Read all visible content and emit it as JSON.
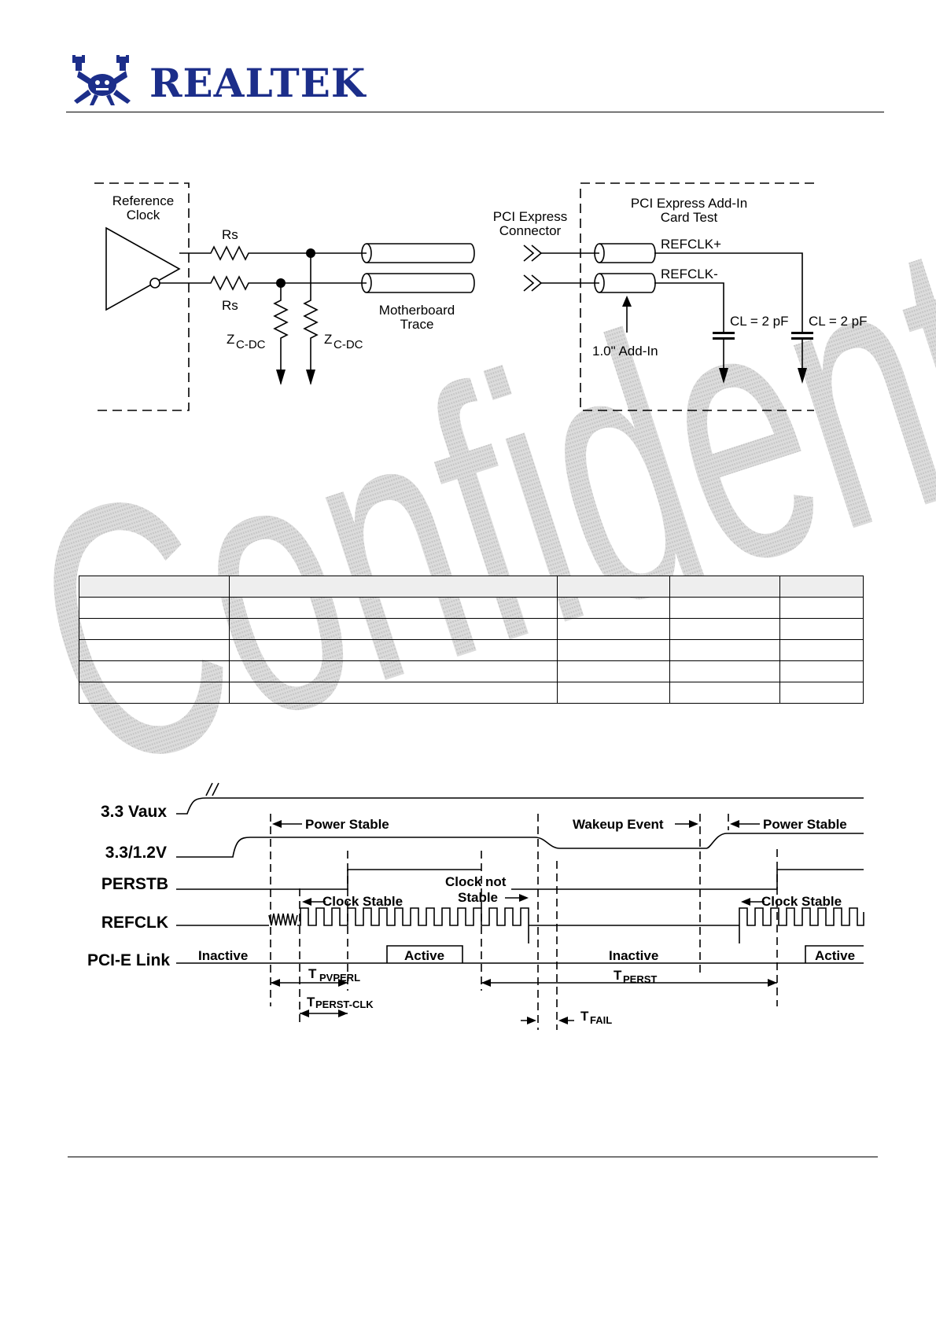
{
  "header": {
    "brand": "REALTEK",
    "brand_color": "#1c2e8a"
  },
  "watermark": {
    "text": "Confidential",
    "color": "#c8c8c8"
  },
  "refclk_circuit": {
    "reference_clock_label": [
      "Reference",
      "Clock"
    ],
    "rs_top": "Rs",
    "rs_bottom": "Rs",
    "zcdc_main": "Z",
    "zcdc_sub": "C-DC",
    "pcie_connector_label": [
      "PCI Express",
      "Connector"
    ],
    "motherboard_trace_label": [
      "Motherboard",
      "Trace"
    ],
    "addin_card_label": [
      "PCI Express Add-In",
      "Card Test"
    ],
    "refclk_plus": "REFCLK+",
    "refclk_minus": "REFCLK-",
    "addin_length": "1.0\" Add-In",
    "cl_left": "CL = 2 pF",
    "cl_right": "CL = 2 pF"
  },
  "spec_table": {
    "rows": 6,
    "cols": 5
  },
  "timing_diagram": {
    "signals": [
      "3.3 Vaux",
      "3.3/1.2V",
      "PERSTB",
      "REFCLK",
      "PCI-E Link"
    ],
    "power_stable_left": "Power Stable",
    "wakeup_event": "Wakeup Event",
    "power_stable_right": "Power Stable",
    "clock_not_stable": [
      "Clock not",
      "Stable"
    ],
    "clock_stable_left": "Clock Stable",
    "clock_stable_right": "Clock Stable",
    "link_inactive_left": "Inactive",
    "link_active_left": "Active",
    "link_inactive_right": "Inactive",
    "link_active_right": "Active",
    "t_pvperl": {
      "main": "T",
      "sub": "PVPERL"
    },
    "t_perst_clk": {
      "main": "T",
      "sub": "PERST-CLK"
    },
    "t_perst": {
      "main": "T",
      "sub": "PERST"
    },
    "t_fail": {
      "main": "T",
      "sub": "FAIL"
    }
  }
}
